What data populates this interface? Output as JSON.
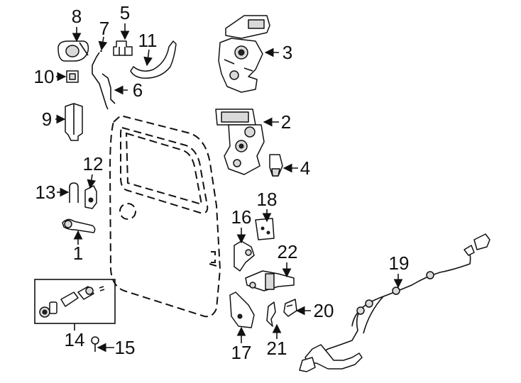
{
  "callouts": [
    {
      "id": "1",
      "text": "1"
    },
    {
      "id": "2",
      "text": "2"
    },
    {
      "id": "3",
      "text": "3"
    },
    {
      "id": "4",
      "text": "4"
    },
    {
      "id": "5",
      "text": "5"
    },
    {
      "id": "6",
      "text": "6"
    },
    {
      "id": "7",
      "text": "7"
    },
    {
      "id": "8",
      "text": "8"
    },
    {
      "id": "9",
      "text": "9"
    },
    {
      "id": "10",
      "text": "10"
    },
    {
      "id": "11",
      "text": "11"
    },
    {
      "id": "12",
      "text": "12"
    },
    {
      "id": "13",
      "text": "13"
    },
    {
      "id": "14",
      "text": "14"
    },
    {
      "id": "15",
      "text": "15"
    },
    {
      "id": "16",
      "text": "16"
    },
    {
      "id": "17",
      "text": "17"
    },
    {
      "id": "18",
      "text": "18"
    },
    {
      "id": "19",
      "text": "19"
    },
    {
      "id": "20",
      "text": "20"
    },
    {
      "id": "21",
      "text": "21"
    },
    {
      "id": "22",
      "text": "22"
    }
  ]
}
